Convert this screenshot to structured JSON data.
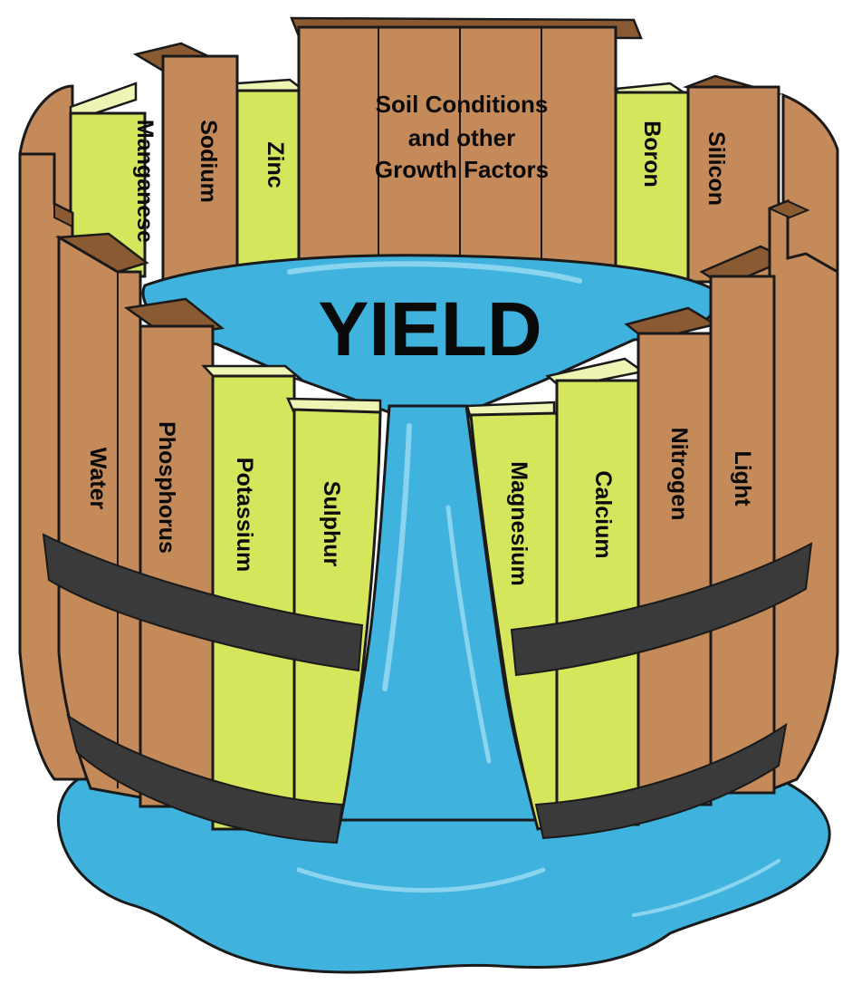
{
  "diagram": {
    "center_label": "YIELD",
    "back_label_lines": [
      "Soil Conditions",
      "and other",
      "Growth Factors"
    ],
    "staves": [
      {
        "key": "manganese",
        "label": "Manganese",
        "kind": "nutrient"
      },
      {
        "key": "sodium",
        "label": "Sodium",
        "kind": "factor"
      },
      {
        "key": "zinc",
        "label": "Zinc",
        "kind": "nutrient"
      },
      {
        "key": "boron",
        "label": "Boron",
        "kind": "nutrient"
      },
      {
        "key": "silicon",
        "label": "Silicon",
        "kind": "factor"
      },
      {
        "key": "water",
        "label": "Water",
        "kind": "factor"
      },
      {
        "key": "phosphorus",
        "label": "Phosphorus",
        "kind": "factor"
      },
      {
        "key": "potassium",
        "label": "Potassium",
        "kind": "nutrient"
      },
      {
        "key": "sulphur",
        "label": "Sulphur",
        "kind": "nutrient"
      },
      {
        "key": "magnesium",
        "label": "Magnesium",
        "kind": "nutrient"
      },
      {
        "key": "calcium",
        "label": "Calcium",
        "kind": "nutrient"
      },
      {
        "key": "nitrogen",
        "label": "Nitrogen",
        "kind": "factor"
      },
      {
        "key": "light",
        "label": "Light",
        "kind": "factor"
      }
    ],
    "colors": {
      "wood": "#c48a5a",
      "wood_dark": "#8a5a32",
      "nutrient": "#d6e65c",
      "nutrient_light": "#eef5b4",
      "water": "#3fb2de",
      "water_light": "#8ad4f0",
      "hoop": "#3a3a3a",
      "outline": "#1a1a1a"
    }
  }
}
